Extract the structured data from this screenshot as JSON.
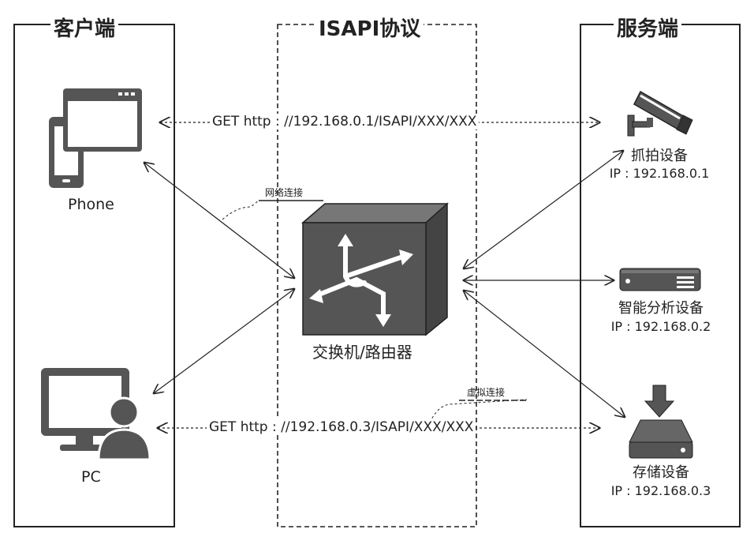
{
  "sections": {
    "client_title": "客户端",
    "protocol_title": "ISAPI协议",
    "server_title": "服务端"
  },
  "client": {
    "phone_label": "Phone",
    "pc_label": "PC"
  },
  "switch": {
    "label": "交换机/路由器"
  },
  "requests": {
    "top": "GET http : //192.168.0.1/ISAPI/XXX/XXX",
    "bottom": "GET http : //192.168.0.3/ISAPI/XXX/XXX"
  },
  "notes": {
    "network": "网络连接",
    "virtual": "虚拟连接"
  },
  "devices": [
    {
      "name": "抓拍设备",
      "ip": "IP : 192.168.0.1",
      "icon": "camera-icon"
    },
    {
      "name": "智能分析设备",
      "ip": "IP : 192.168.0.2",
      "icon": "server-icon"
    },
    {
      "name": "存储设备",
      "ip": "IP : 192.168.0.3",
      "icon": "storage-icon"
    }
  ],
  "colors": {
    "icon_fill": "#555555",
    "line": "#222222"
  }
}
